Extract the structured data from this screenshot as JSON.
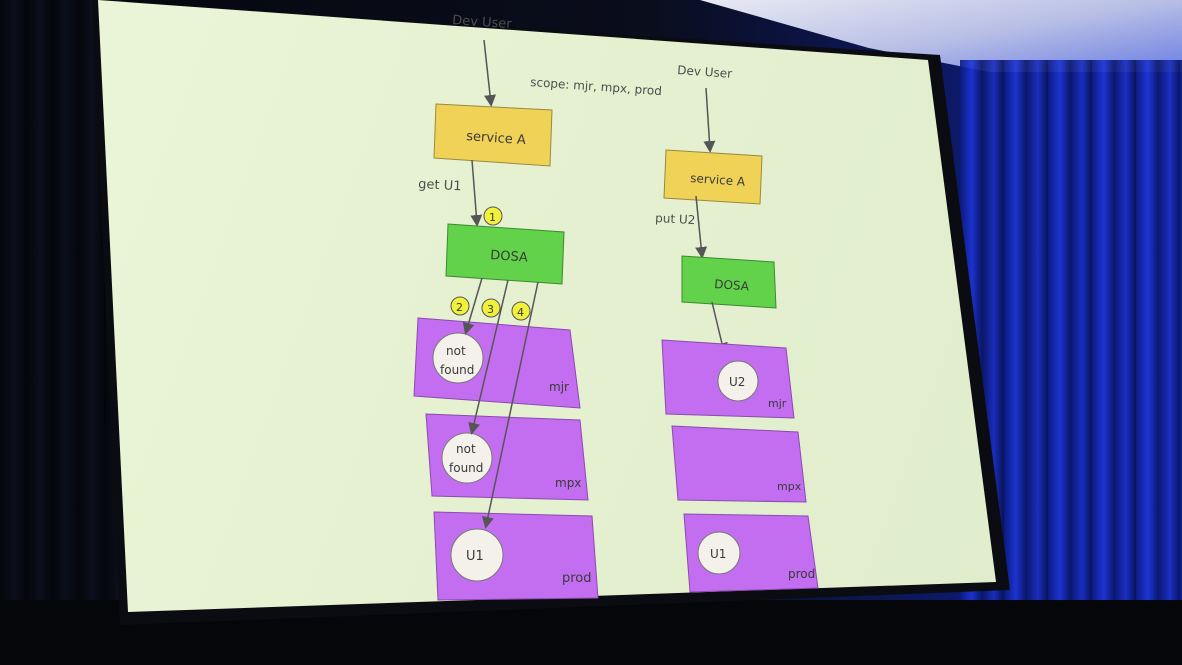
{
  "left_diagram": {
    "dev_user": "Dev User",
    "scope": "scope: mjr, mpx, prod",
    "service": "service A",
    "request": "get U1",
    "dosa": "DOSA",
    "steps": [
      "1",
      "2",
      "3",
      "4"
    ],
    "clusters": [
      {
        "name": "mjr",
        "content": [
          "not",
          "found"
        ]
      },
      {
        "name": "mpx",
        "content": [
          "not",
          "found"
        ]
      },
      {
        "name": "prod",
        "content": [
          "U1"
        ]
      }
    ]
  },
  "right_diagram": {
    "dev_user": "Dev User",
    "service": "service A",
    "request": "put U2",
    "dosa": "DOSA",
    "clusters": [
      {
        "name": "mjr",
        "content": [
          "U2"
        ]
      },
      {
        "name": "mpx",
        "content": []
      },
      {
        "name": "prod",
        "content": [
          "U1"
        ]
      }
    ]
  },
  "colors": {
    "service": "#f0d257",
    "dosa": "#62d24a",
    "cluster": "#c36ef0",
    "step_badge": "#f1f03a",
    "screen": "#e6f1d2"
  }
}
